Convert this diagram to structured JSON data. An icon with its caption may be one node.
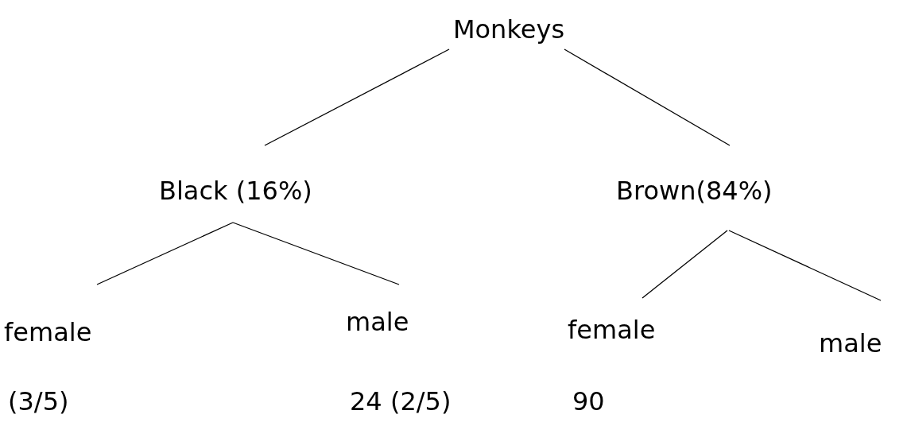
{
  "diagram": {
    "nodes": [
      {
        "text": [
          "Monkeys"
        ]
      },
      {
        "text": [
          "Black (16%)"
        ]
      },
      {
        "text": [
          "Brown(84%)"
        ]
      },
      {
        "text": [
          "female"
        ],
        "beside": [
          "(3/5)"
        ]
      },
      {
        "text": [
          "male"
        ],
        "beside": [
          "24 (2/5)"
        ]
      },
      {
        "text": [
          "female"
        ],
        "beside": [
          "90"
        ]
      },
      {
        "text": [
          "male"
        ]
      }
    ],
    "edges": [
      {
        "from": 0,
        "to": 1,
        "arrow": "none"
      },
      {
        "from": 0,
        "to": 2,
        "arrow": "none"
      },
      {
        "from": 1,
        "to": 3,
        "arrow": "none"
      },
      {
        "from": 1,
        "to": 4,
        "arrow": "none"
      },
      {
        "from": 2,
        "to": 5,
        "arrow": "none"
      },
      {
        "from": 2,
        "to": 6,
        "arrow": "none"
      }
    ]
  }
}
